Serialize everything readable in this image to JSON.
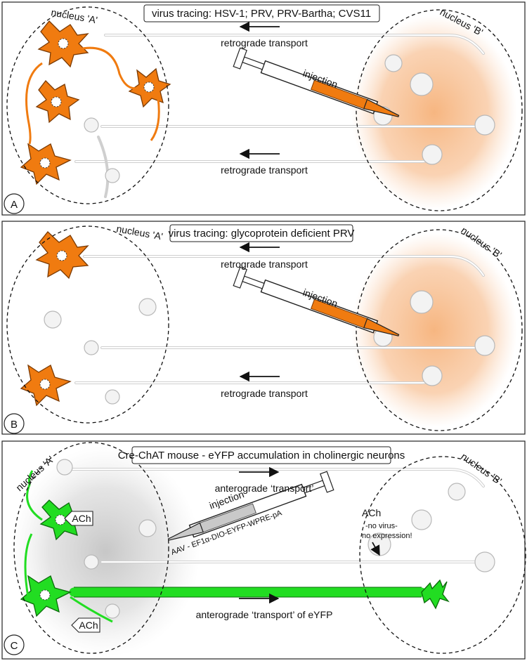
{
  "panels": [
    {
      "letter": "A",
      "title": "virus tracing: HSV-1; PRV, PRV-Bartha; CVS11",
      "nucleus_a": "nucleus 'A'",
      "nucleus_b": "nucleus 'B'",
      "transport_top": "retrograde transport",
      "transport_bottom": "retrograde transport",
      "injection": "injection"
    },
    {
      "letter": "B",
      "title": "virus tracing: glycoprotein deficient PRV",
      "nucleus_a": "nucleus 'A'",
      "nucleus_b": "nucleus 'B'",
      "transport_top": "retrograde transport",
      "transport_bottom": "retrograde transport",
      "injection": "injection"
    },
    {
      "letter": "C",
      "title": "Cre-ChAT mouse - eYFP accumulation in cholinergic neurons",
      "nucleus_a": "nucleus 'A'",
      "nucleus_b": "nucleus 'B'",
      "transport_top": "anterograde ‘transport’",
      "transport_bottom": "anterograde ‘transport’ of eYFP",
      "injection": "injection",
      "vector": "AAV - EF1α-DIO-EYFP-WPRE-pA",
      "ach_label": "ACh",
      "ach_note_1": "ACh",
      "ach_note_2": "-no virus-",
      "ach_note_3": "no expression!"
    }
  ],
  "colors": {
    "orange": "#f07b10",
    "orange_glow": "#f6b27a",
    "green": "#22dd22",
    "gray_glow": "#bdbdbd",
    "axon": "#cfcfcf"
  }
}
